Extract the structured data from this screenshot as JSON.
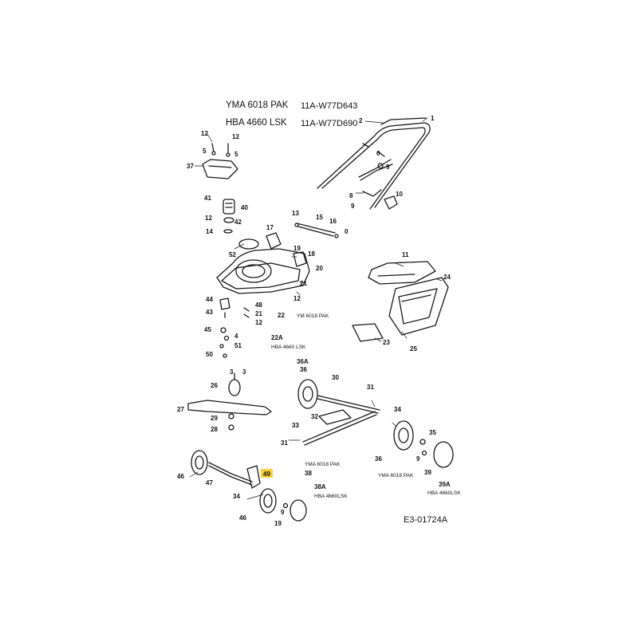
{
  "header": {
    "model1": "YMA 6018 PAK",
    "code1": "11A-W77D643",
    "model2": "HBA 4660 LSK",
    "code2": "11A-W77D690"
  },
  "drawing_number": "E3-01724A",
  "variant_notes": {
    "ym_near_22": "YM 6018 PAK",
    "hba_near_22a": "HBA 4660 LSK",
    "yma_rear_axle": "YMA 6018 PAK",
    "hba_39a": "HBA 4660LSK",
    "yma_38": "YMA 6018 PAK",
    "hba_38a": "HBA 4660LSK"
  },
  "callouts": {
    "c1": "1",
    "c2": "2",
    "c6": "6",
    "c8": "8",
    "c9": "9",
    "c10": "10",
    "c12a": "12",
    "c12b": "12",
    "c5a": "5",
    "c5b": "5",
    "c37": "37",
    "c41": "41",
    "c40": "40",
    "c12c": "12",
    "c42": "42",
    "c14": "14",
    "c13": "13",
    "c15": "15",
    "c16": "16",
    "c0": "0",
    "c17": "17",
    "c52": "52",
    "c18": "18",
    "c19": "19",
    "c20": "20",
    "c21a": "21",
    "c12d": "12",
    "c44": "44",
    "c48": "48",
    "c43": "43",
    "c21b": "21",
    "c12e": "12",
    "c22": "22",
    "c45": "45",
    "c4": "4",
    "c51": "51",
    "c50": "50",
    "c22a": "22A",
    "c11": "11",
    "c24": "24",
    "c25": "25",
    "c23": "23",
    "c3a": "3",
    "c3b": "3",
    "c26": "26",
    "c27": "27",
    "c29": "29",
    "c28": "28",
    "c36a": "36A",
    "c36": "36",
    "c30": "30",
    "c31a": "31",
    "c32": "32",
    "c33": "33",
    "c31b": "31",
    "c34a": "34",
    "c35": "35",
    "c36b": "36",
    "c9b": "9",
    "c39": "39",
    "c39a": "39A",
    "c46a": "46",
    "c47": "47",
    "c49": "49",
    "c34b": "34",
    "c46b": "46",
    "c19b": "19",
    "c9c": "9",
    "c38": "38",
    "c38a": "38A"
  },
  "colors": {
    "line": "#1a1a1a",
    "highlight": "#f5c518",
    "paper": "#ffffff"
  }
}
